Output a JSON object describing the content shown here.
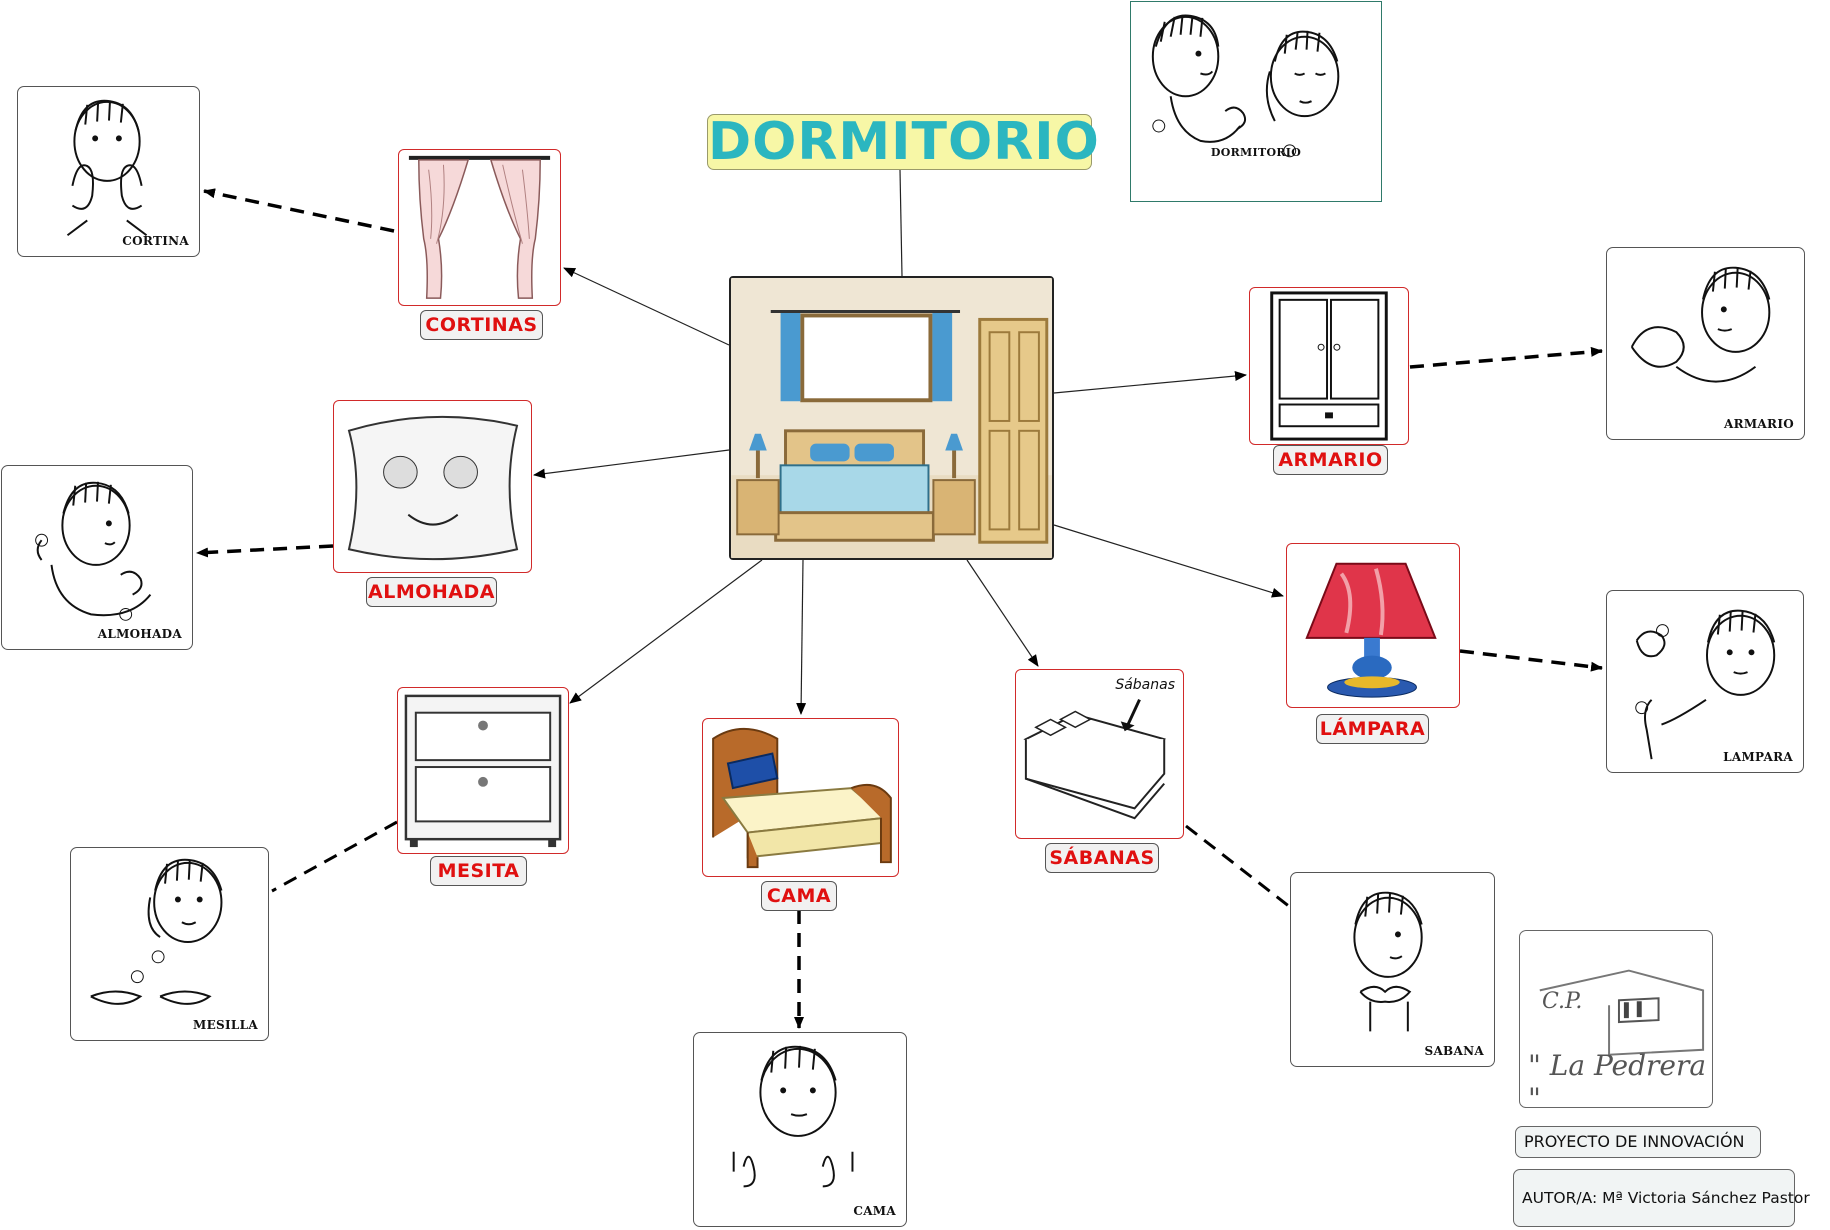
{
  "title": "DORMITORIO",
  "title_sign_caption": "DORMITORIO",
  "nodes": {
    "cortinas": {
      "label": "CORTINAS",
      "sign": "CORTINA"
    },
    "almohada": {
      "label": "ALMOHADA",
      "sign": "ALMOHADA"
    },
    "mesita": {
      "label": "MESITA",
      "sign": "MESILLA"
    },
    "cama": {
      "label": "CAMA",
      "sign": "CAMA"
    },
    "sabanas": {
      "label": "SÁBANAS",
      "sign": "SABANA",
      "picture_text": "Sábanas"
    },
    "lampara": {
      "label": "LÁMPARA",
      "sign": "LAMPARA"
    },
    "armario": {
      "label": "ARMARIO",
      "sign": "ARMARIO"
    }
  },
  "logo": {
    "line1": "C.P.",
    "line2": "\" La Pedrera \""
  },
  "footer": {
    "project": "PROYECTO DE INNOVACIÓN",
    "author": "AUTOR/A: Mª Victoria Sánchez Pastor"
  },
  "colors": {
    "label_text": "#e01010",
    "title_text": "#2bb6c0",
    "title_bg": "#f7f7a6",
    "picture_border": "#d12a2a"
  }
}
